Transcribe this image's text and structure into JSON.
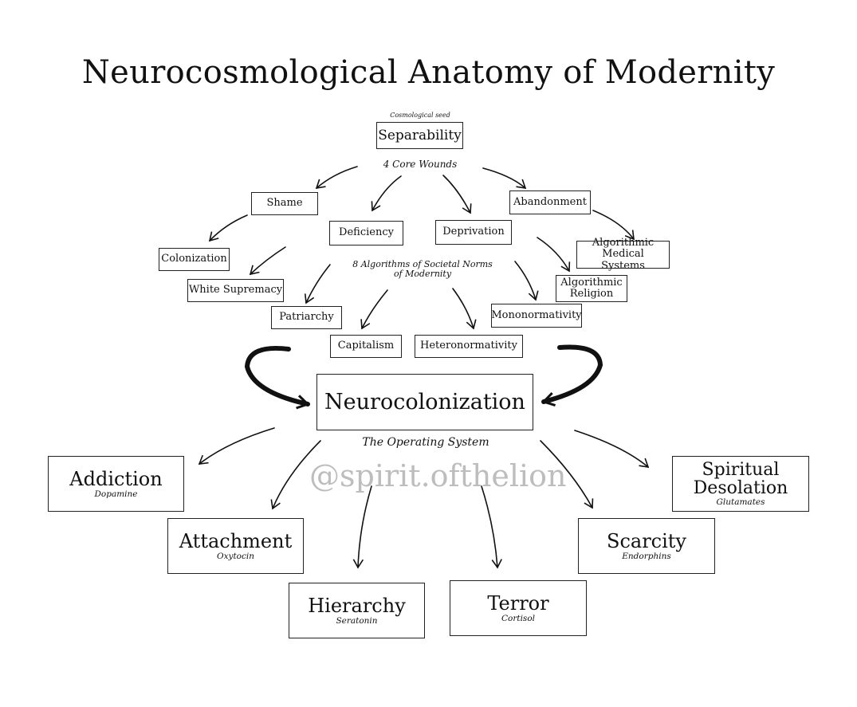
{
  "title": "Neurocosmological Anatomy of Modernity",
  "seed": {
    "caption": "Cosmological seed",
    "label": "Separability"
  },
  "wounds_caption": "4 Core Wounds",
  "wounds": {
    "shame": "Shame",
    "deficiency": "Deficiency",
    "deprivation": "Deprivation",
    "abandonment": "Abandonment"
  },
  "algorithms_caption": "8 Algorithms of Societal Norms of Modernity",
  "algorithms": {
    "colonization": "Colonization",
    "white_supremacy": "White Supremacy",
    "patriarchy": "Patriarchy",
    "capitalism": "Capitalism",
    "heteronormativity": "Heteronormativity",
    "mononormativity": "Mononormativity",
    "algorithmic_religion": "Algorithmic Religion",
    "algorithmic_medical_systems": "Algorithmic Medical  Systems"
  },
  "hub": {
    "label": "Neurocolonization",
    "caption": "The Operating System"
  },
  "watermark": "@spirit.ofthelion",
  "outcomes": {
    "addiction": {
      "label": "Addiction",
      "chemical": "Dopamine"
    },
    "attachment": {
      "label": "Attachment",
      "chemical": "Oxytocin"
    },
    "hierarchy": {
      "label": "Hierarchy",
      "chemical": "Seratonin"
    },
    "terror": {
      "label": "Terror",
      "chemical": "Cortisol"
    },
    "scarcity": {
      "label": "Scarcity",
      "chemical": "Endorphins"
    },
    "spiritual_desolation": {
      "label": "Spiritual Desolation",
      "chemical": "Glutamates"
    }
  }
}
